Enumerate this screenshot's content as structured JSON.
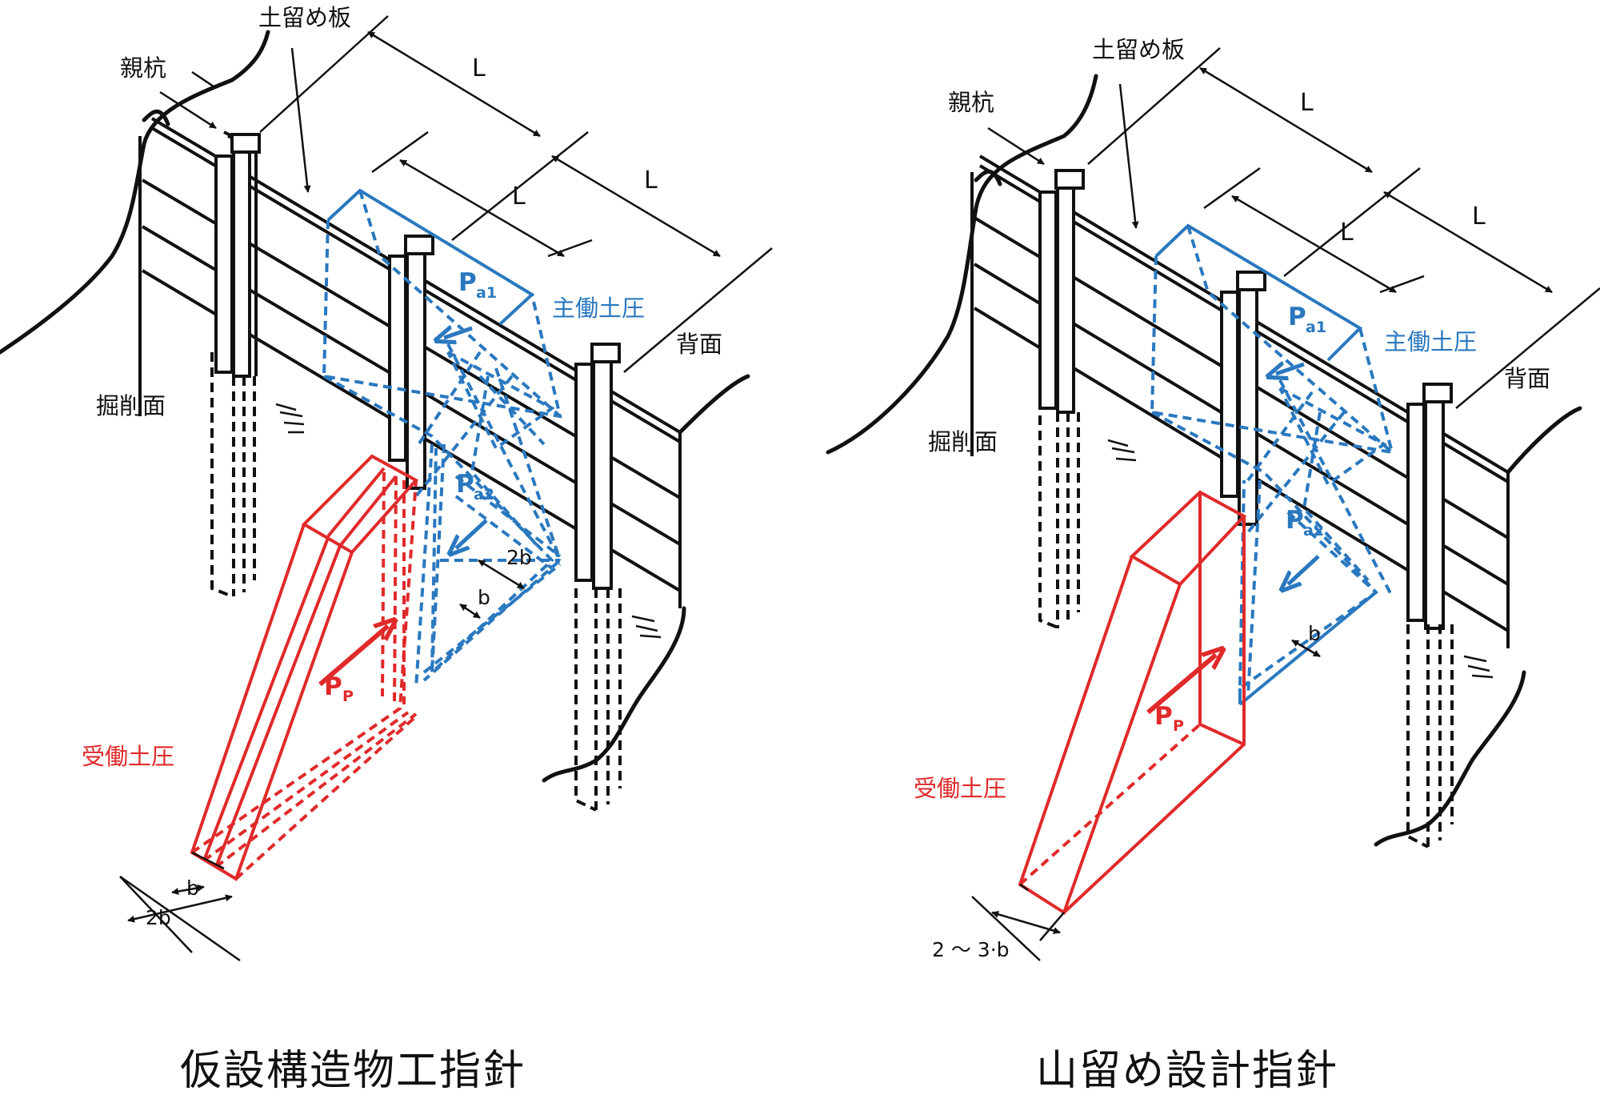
{
  "colors": {
    "passive": "#e02a2a",
    "active": "#2a78bf",
    "structure": "#111111"
  },
  "left_panel": {
    "labels": {
      "retaining_board": "土留め板",
      "soldier_pile": "親杭",
      "excavation_face": "掘削面",
      "back_face": "背面",
      "active_pressure": "主働土圧",
      "passive_pressure": "受働土圧",
      "pa1_main": "P",
      "pa1_sub": "a1",
      "pa2_main": "P",
      "pa2_sub": "a2",
      "pp_main": "P",
      "pp_sub": "P",
      "dim_L1": "L",
      "dim_L2": "L",
      "dim_L3": "L",
      "dim_2b_active": "2b",
      "dim_b_active": "b",
      "dim_b_passive": "b",
      "dim_2b_passive": "2b"
    },
    "caption": "仮設構造物工指針"
  },
  "right_panel": {
    "labels": {
      "retaining_board": "土留め板",
      "soldier_pile": "親杭",
      "excavation_face": "掘削面",
      "back_face": "背面",
      "active_pressure": "主働土圧",
      "passive_pressure": "受働土圧",
      "pa1_main": "P",
      "pa1_sub": "a1",
      "pa2_main": "P",
      "pa2_sub": "a2",
      "pp_main": "P",
      "pp_sub": "P",
      "dim_L1": "L",
      "dim_L2": "L",
      "dim_L3": "L",
      "dim_b_active": "b",
      "dim_passive_width": "2 ～ 3·b"
    },
    "caption": "山留め設計指針"
  }
}
